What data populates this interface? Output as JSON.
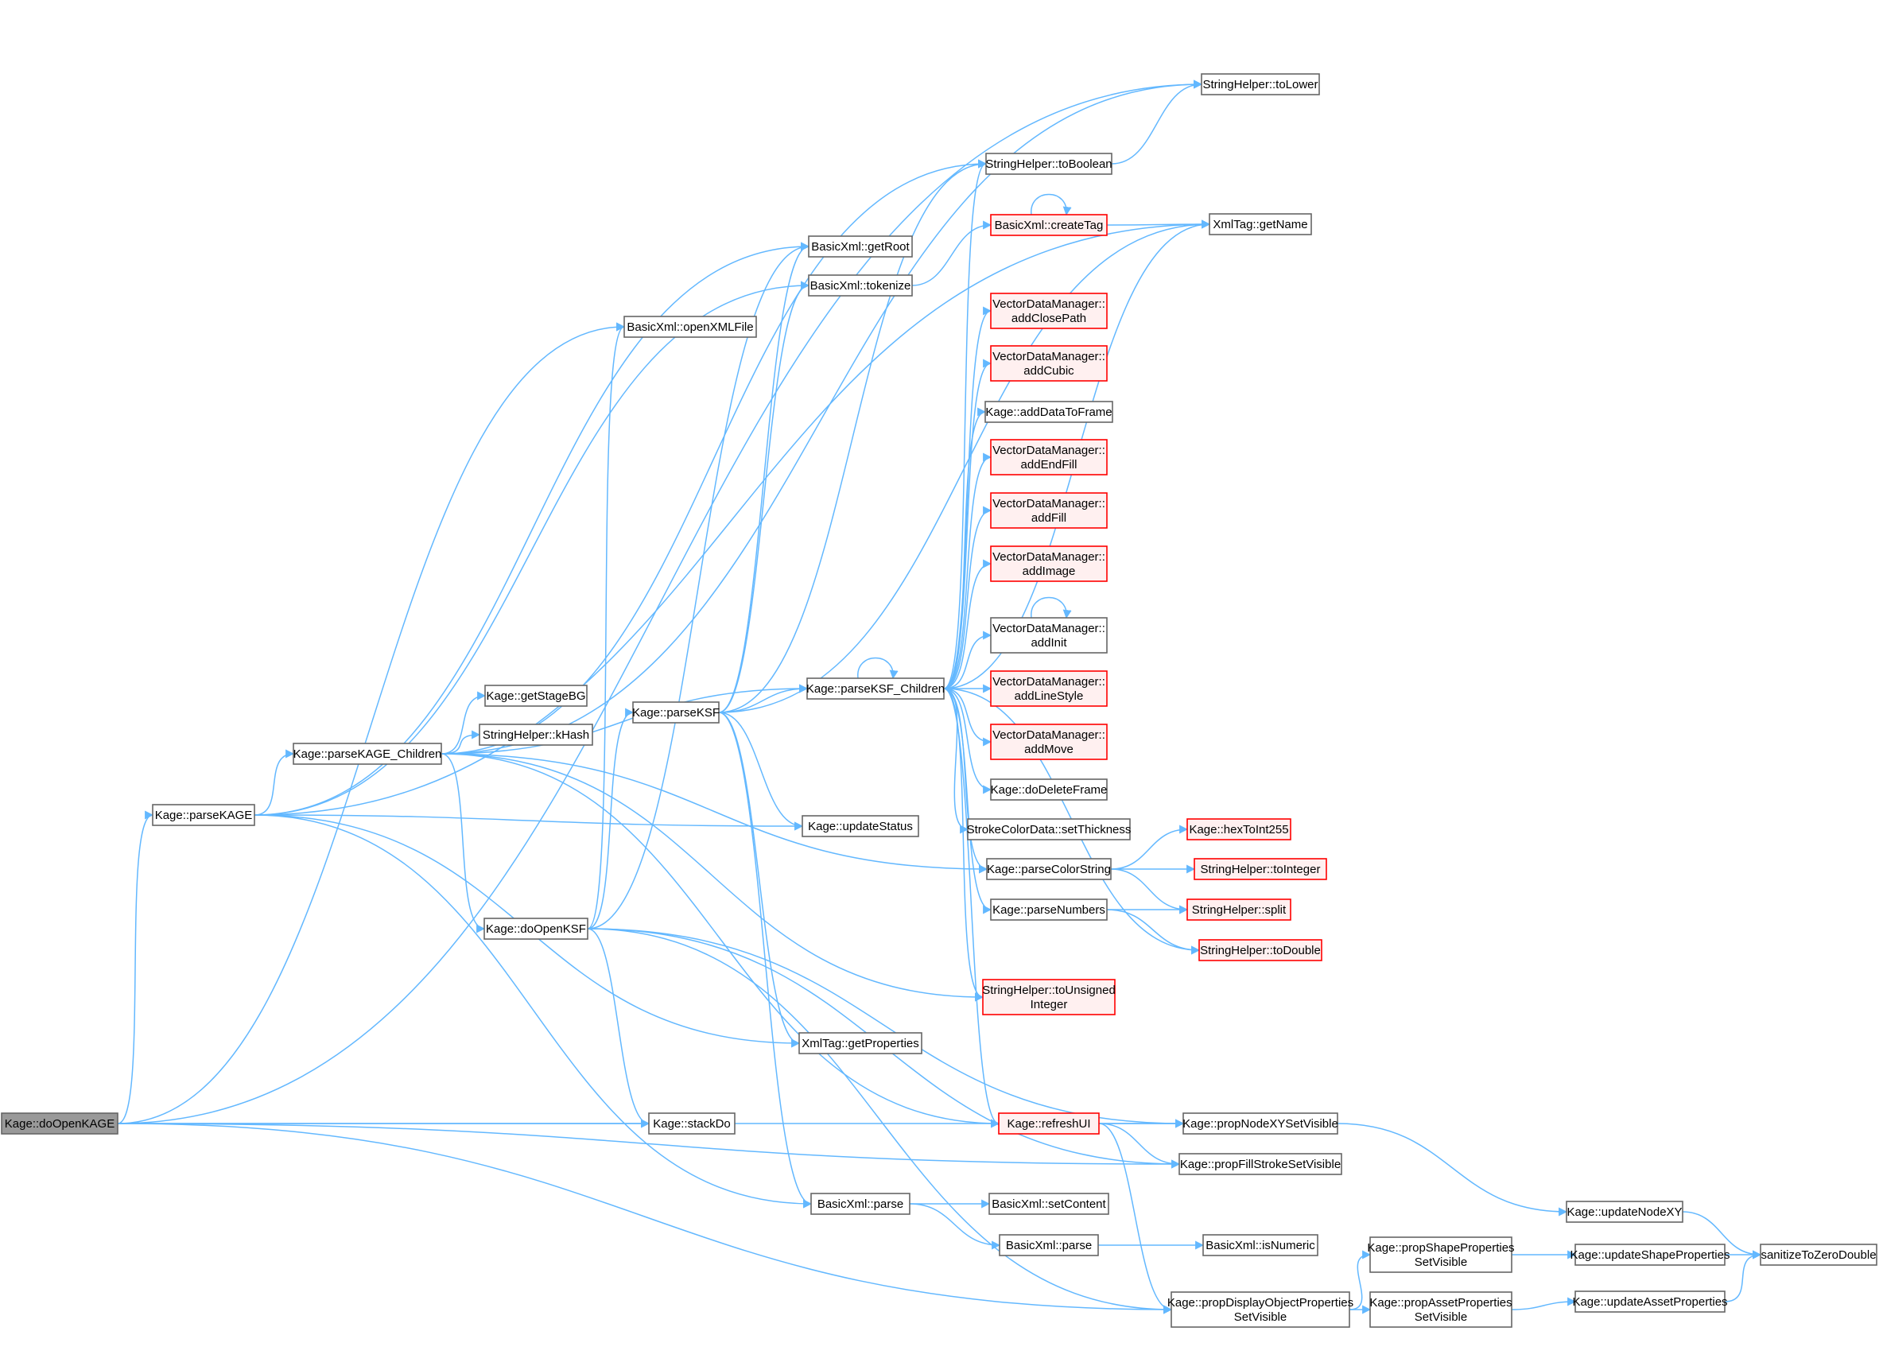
{
  "colors": {
    "edge": "#63b8ff",
    "node_fill": "#ffffff",
    "node_stroke": "#666666",
    "truncated_fill": "#fff0f0",
    "truncated_stroke": "#ff0000",
    "root_fill": "#999999",
    "root_stroke": "#666666"
  },
  "nodes": [
    {
      "id": "doOpenKAGE",
      "lines": [
        "Kage::doOpenKAGE"
      ],
      "style": "root"
    },
    {
      "id": "parseKAGE",
      "lines": [
        "Kage::parseKAGE"
      ],
      "style": "normal"
    },
    {
      "id": "parseKAGE_Children",
      "lines": [
        "Kage::parseKAGE_Children"
      ],
      "style": "normal"
    },
    {
      "id": "getStageBG",
      "lines": [
        "Kage::getStageBG"
      ],
      "style": "normal"
    },
    {
      "id": "kHash",
      "lines": [
        "StringHelper::kHash"
      ],
      "style": "normal"
    },
    {
      "id": "doOpenKSF",
      "lines": [
        "Kage::doOpenKSF"
      ],
      "style": "normal"
    },
    {
      "id": "openXMLFile",
      "lines": [
        "BasicXml::openXMLFile"
      ],
      "style": "normal"
    },
    {
      "id": "parseKSF",
      "lines": [
        "Kage::parseKSF"
      ],
      "style": "normal"
    },
    {
      "id": "stackDo",
      "lines": [
        "Kage::stackDo"
      ],
      "style": "normal"
    },
    {
      "id": "getRoot",
      "lines": [
        "BasicXml::getRoot"
      ],
      "style": "normal"
    },
    {
      "id": "tokenize",
      "lines": [
        "BasicXml::tokenize"
      ],
      "style": "normal"
    },
    {
      "id": "updateStatus",
      "lines": [
        "Kage::updateStatus"
      ],
      "style": "normal"
    },
    {
      "id": "getProperties",
      "lines": [
        "XmlTag::getProperties"
      ],
      "style": "normal"
    },
    {
      "id": "parse1",
      "lines": [
        "BasicXml::parse"
      ],
      "style": "normal"
    },
    {
      "id": "parseKSF_Children",
      "lines": [
        "Kage::parseKSF_Children"
      ],
      "style": "normal"
    },
    {
      "id": "toBoolean",
      "lines": [
        "StringHelper::toBoolean"
      ],
      "style": "normal"
    },
    {
      "id": "createTag",
      "lines": [
        "BasicXml::createTag"
      ],
      "style": "truncated"
    },
    {
      "id": "addClosePath",
      "lines": [
        "VectorDataManager::",
        "addClosePath"
      ],
      "style": "truncated"
    },
    {
      "id": "addCubic",
      "lines": [
        "VectorDataManager::",
        "addCubic"
      ],
      "style": "truncated"
    },
    {
      "id": "addDataToFrame",
      "lines": [
        "Kage::addDataToFrame"
      ],
      "style": "normal"
    },
    {
      "id": "addEndFill",
      "lines": [
        "VectorDataManager::",
        "addEndFill"
      ],
      "style": "truncated"
    },
    {
      "id": "addFill",
      "lines": [
        "VectorDataManager::",
        "addFill"
      ],
      "style": "truncated"
    },
    {
      "id": "addImage",
      "lines": [
        "VectorDataManager::",
        "addImage"
      ],
      "style": "truncated"
    },
    {
      "id": "addInit",
      "lines": [
        "VectorDataManager::",
        "addInit"
      ],
      "style": "normal"
    },
    {
      "id": "addLineStyle",
      "lines": [
        "VectorDataManager::",
        "addLineStyle"
      ],
      "style": "truncated"
    },
    {
      "id": "addMove",
      "lines": [
        "VectorDataManager::",
        "addMove"
      ],
      "style": "truncated"
    },
    {
      "id": "doDeleteFrame",
      "lines": [
        "Kage::doDeleteFrame"
      ],
      "style": "normal"
    },
    {
      "id": "setThickness",
      "lines": [
        "StrokeColorData::setThickness"
      ],
      "style": "normal"
    },
    {
      "id": "parseColorString",
      "lines": [
        "Kage::parseColorString"
      ],
      "style": "normal"
    },
    {
      "id": "parseNumbers",
      "lines": [
        "Kage::parseNumbers"
      ],
      "style": "normal"
    },
    {
      "id": "toUnsignedInteger",
      "lines": [
        "StringHelper::toUnsigned",
        "Integer"
      ],
      "style": "truncated"
    },
    {
      "id": "refreshUI",
      "lines": [
        "Kage::refreshUI"
      ],
      "style": "truncated"
    },
    {
      "id": "setContent",
      "lines": [
        "BasicXml::setContent"
      ],
      "style": "normal"
    },
    {
      "id": "parse2",
      "lines": [
        "BasicXml::parse"
      ],
      "style": "normal"
    },
    {
      "id": "toLower",
      "lines": [
        "StringHelper::toLower"
      ],
      "style": "normal"
    },
    {
      "id": "getName",
      "lines": [
        "XmlTag::getName"
      ],
      "style": "normal"
    },
    {
      "id": "hexToInt255",
      "lines": [
        "Kage::hexToInt255"
      ],
      "style": "truncated"
    },
    {
      "id": "toInteger",
      "lines": [
        "StringHelper::toInteger"
      ],
      "style": "truncated"
    },
    {
      "id": "split",
      "lines": [
        "StringHelper::split"
      ],
      "style": "truncated"
    },
    {
      "id": "toDouble",
      "lines": [
        "StringHelper::toDouble"
      ],
      "style": "truncated"
    },
    {
      "id": "propNodeXYSetVisible",
      "lines": [
        "Kage::propNodeXYSetVisible"
      ],
      "style": "normal"
    },
    {
      "id": "propFillStrokeSetVisible",
      "lines": [
        "Kage::propFillStrokeSetVisible"
      ],
      "style": "normal"
    },
    {
      "id": "isNumeric",
      "lines": [
        "BasicXml::isNumeric"
      ],
      "style": "normal"
    },
    {
      "id": "propDisplayObjectPropertiesSetVisible",
      "lines": [
        "Kage::propDisplayObjectProperties",
        "SetVisible"
      ],
      "style": "normal"
    },
    {
      "id": "propShapePropertiesSetVisible",
      "lines": [
        "Kage::propShapeProperties",
        "SetVisible"
      ],
      "style": "normal"
    },
    {
      "id": "propAssetPropertiesSetVisible",
      "lines": [
        "Kage::propAssetProperties",
        "SetVisible"
      ],
      "style": "normal"
    },
    {
      "id": "updateNodeXY",
      "lines": [
        "Kage::updateNodeXY"
      ],
      "style": "normal"
    },
    {
      "id": "updateShapeProperties",
      "lines": [
        "Kage::updateShapeProperties"
      ],
      "style": "normal"
    },
    {
      "id": "updateAssetProperties",
      "lines": [
        "Kage::updateAssetProperties"
      ],
      "style": "normal"
    },
    {
      "id": "sanitizeToZeroDouble",
      "lines": [
        "sanitizeToZeroDouble"
      ],
      "style": "normal"
    }
  ],
  "edges": [
    [
      "doOpenKAGE",
      "toLower"
    ],
    [
      "doOpenKAGE",
      "parseKAGE"
    ],
    [
      "doOpenKAGE",
      "stackDo"
    ],
    [
      "doOpenKAGE",
      "propNodeXYSetVisible"
    ],
    [
      "doOpenKAGE",
      "propFillStrokeSetVisible"
    ],
    [
      "doOpenKAGE",
      "propDisplayObjectPropertiesSetVisible"
    ],
    [
      "doOpenKAGE",
      "openXMLFile"
    ],
    [
      "parseKAGE",
      "getName"
    ],
    [
      "parseKAGE",
      "getRoot"
    ],
    [
      "parseKAGE",
      "tokenize"
    ],
    [
      "parseKAGE",
      "parseKAGE_Children"
    ],
    [
      "parseKAGE",
      "updateStatus"
    ],
    [
      "parseKAGE",
      "getProperties"
    ],
    [
      "parseKAGE",
      "parse1"
    ],
    [
      "parseKAGE_Children",
      "getStageBG"
    ],
    [
      "parseKAGE_Children",
      "kHash"
    ],
    [
      "parseKAGE_Children",
      "doOpenKSF"
    ],
    [
      "parseKAGE_Children",
      "parseKSF_Children"
    ],
    [
      "parseKAGE_Children",
      "toUnsignedInteger"
    ],
    [
      "parseKAGE_Children",
      "refreshUI"
    ],
    [
      "parseKAGE_Children",
      "toLower"
    ],
    [
      "parseKAGE_Children",
      "parseColorString"
    ],
    [
      "parseKAGE_Children",
      "toBoolean"
    ],
    [
      "doOpenKSF",
      "openXMLFile"
    ],
    [
      "doOpenKSF",
      "parseKSF"
    ],
    [
      "doOpenKSF",
      "stackDo"
    ],
    [
      "doOpenKSF",
      "propNodeXYSetVisible"
    ],
    [
      "doOpenKSF",
      "propFillStrokeSetVisible"
    ],
    [
      "doOpenKSF",
      "propDisplayObjectPropertiesSetVisible"
    ],
    [
      "doOpenKSF",
      "getRoot"
    ],
    [
      "parseKSF",
      "getRoot"
    ],
    [
      "parseKSF",
      "tokenize"
    ],
    [
      "parseKSF",
      "parseKSF_Children"
    ],
    [
      "parseKSF",
      "updateStatus"
    ],
    [
      "parseKSF",
      "getProperties"
    ],
    [
      "parseKSF",
      "parse1"
    ],
    [
      "parseKSF",
      "toBoolean"
    ],
    [
      "parseKSF",
      "getName"
    ],
    [
      "parseKSF_Children",
      "parseKSF_Children"
    ],
    [
      "parseKSF_Children",
      "toBoolean"
    ],
    [
      "parseKSF_Children",
      "getName"
    ],
    [
      "parseKSF_Children",
      "addClosePath"
    ],
    [
      "parseKSF_Children",
      "addCubic"
    ],
    [
      "parseKSF_Children",
      "addDataToFrame"
    ],
    [
      "parseKSF_Children",
      "addEndFill"
    ],
    [
      "parseKSF_Children",
      "addFill"
    ],
    [
      "parseKSF_Children",
      "addImage"
    ],
    [
      "parseKSF_Children",
      "addInit"
    ],
    [
      "parseKSF_Children",
      "addLineStyle"
    ],
    [
      "parseKSF_Children",
      "addMove"
    ],
    [
      "parseKSF_Children",
      "doDeleteFrame"
    ],
    [
      "parseKSF_Children",
      "setThickness"
    ],
    [
      "parseKSF_Children",
      "parseColorString"
    ],
    [
      "parseKSF_Children",
      "parseNumbers"
    ],
    [
      "parseKSF_Children",
      "toUnsignedInteger"
    ],
    [
      "parseKSF_Children",
      "toDouble"
    ],
    [
      "parseKSF_Children",
      "refreshUI"
    ],
    [
      "toBoolean",
      "toLower"
    ],
    [
      "tokenize",
      "createTag"
    ],
    [
      "createTag",
      "createTag"
    ],
    [
      "createTag",
      "getName"
    ],
    [
      "addInit",
      "addInit"
    ],
    [
      "parseColorString",
      "hexToInt255"
    ],
    [
      "parseColorString",
      "toInteger"
    ],
    [
      "parseColorString",
      "split"
    ],
    [
      "parseNumbers",
      "split"
    ],
    [
      "parseNumbers",
      "toDouble"
    ],
    [
      "refreshUI",
      "propNodeXYSetVisible"
    ],
    [
      "refreshUI",
      "propFillStrokeSetVisible"
    ],
    [
      "refreshUI",
      "propDisplayObjectPropertiesSetVisible"
    ],
    [
      "parse1",
      "setContent"
    ],
    [
      "parse1",
      "parse2"
    ],
    [
      "parse2",
      "isNumeric"
    ],
    [
      "propNodeXYSetVisible",
      "updateNodeXY"
    ],
    [
      "propDisplayObjectPropertiesSetVisible",
      "propShapePropertiesSetVisible"
    ],
    [
      "propDisplayObjectPropertiesSetVisible",
      "propAssetPropertiesSetVisible"
    ],
    [
      "propShapePropertiesSetVisible",
      "updateShapeProperties"
    ],
    [
      "propAssetPropertiesSetVisible",
      "updateAssetProperties"
    ],
    [
      "updateNodeXY",
      "sanitizeToZeroDouble"
    ],
    [
      "updateShapeProperties",
      "sanitizeToZeroDouble"
    ],
    [
      "updateAssetProperties",
      "sanitizeToZeroDouble"
    ]
  ]
}
